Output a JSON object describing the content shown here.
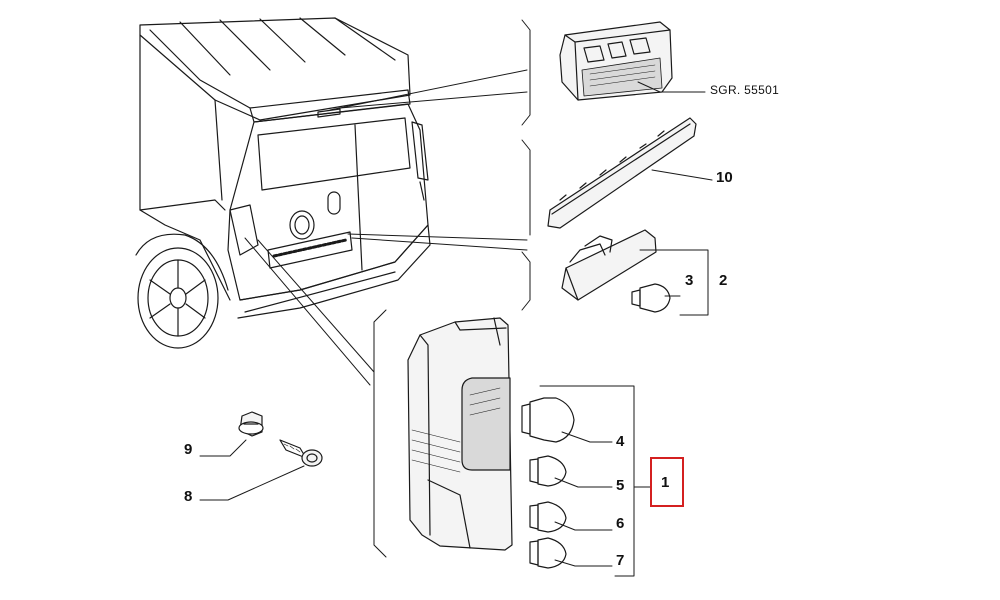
{
  "reference_label": "SGR. 55501",
  "callouts": {
    "c1": "1",
    "c2": "2",
    "c3": "3",
    "c4": "4",
    "c5": "5",
    "c6": "6",
    "c7": "7",
    "c8": "8",
    "c9": "9",
    "c10": "10"
  },
  "highlighted_callout": "1",
  "colors": {
    "line": "#1a1a1a",
    "highlight": "#d42020",
    "lens_fill": "#d9d9d9",
    "part_fill": "#f4f4f4"
  }
}
